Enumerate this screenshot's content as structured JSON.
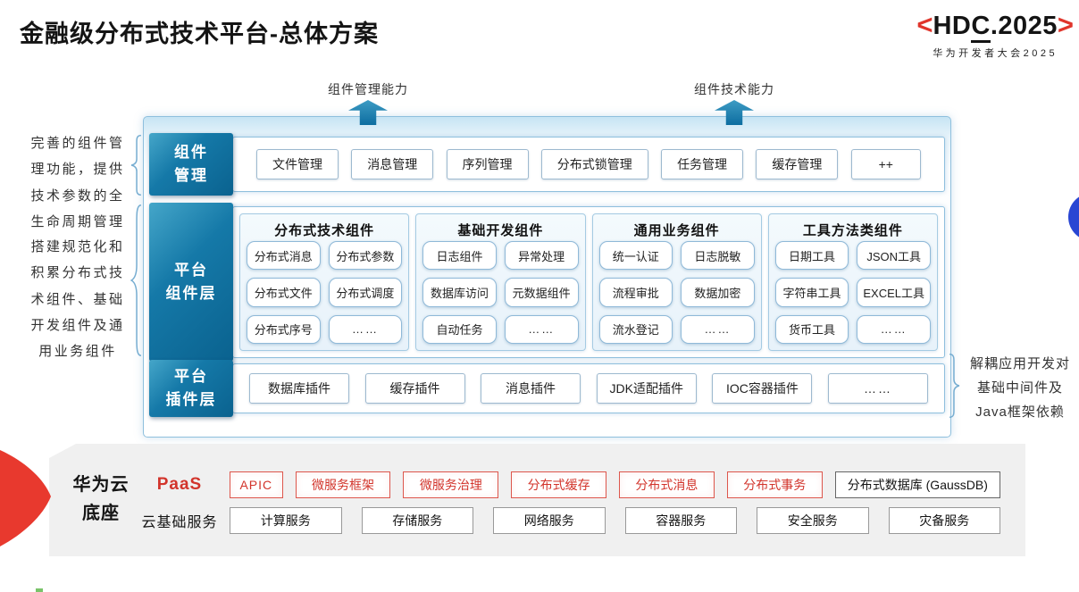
{
  "page": {
    "title": "金融级分布式技术平台-总体方案"
  },
  "logo": {
    "bracket_left": "<",
    "text_prefix": "HD",
    "text_underlined": "C",
    "text_suffix": ".2025",
    "bracket_right": ">",
    "subtitle": "华为开发者大会2025"
  },
  "capability_arrows": [
    {
      "label": "组件管理能力"
    },
    {
      "label": "组件技术能力"
    }
  ],
  "annotations": {
    "left_top_lines": [
      "完善的组件管",
      "理功能，提供",
      "技术参数的全",
      "生命周期管理"
    ],
    "left_bottom_lines": [
      "搭建规范化和",
      "积累分布式技",
      "术组件、基础",
      "开发组件及通",
      "用业务组件"
    ],
    "right_lines": [
      "解耦应用开发对",
      "基础中间件及",
      "Java框架依赖"
    ]
  },
  "rows": {
    "management": {
      "label_lines": [
        "组件",
        "管理"
      ],
      "items": [
        "文件管理",
        "消息管理",
        "序列管理",
        "分布式锁管理",
        "任务管理",
        "缓存管理",
        "++"
      ]
    },
    "component_layer": {
      "label_lines": [
        "平台",
        "组件层"
      ],
      "groups": [
        {
          "title": "分布式技术组件",
          "items": [
            "分布式消息",
            "分布式参数",
            "分布式文件",
            "分布式调度",
            "分布式序号",
            "……"
          ]
        },
        {
          "title": "基础开发组件",
          "items": [
            "日志组件",
            "异常处理",
            "数据库访问",
            "元数据组件",
            "自动任务",
            "……"
          ]
        },
        {
          "title": "通用业务组件",
          "items": [
            "统一认证",
            "日志脱敏",
            "流程审批",
            "数据加密",
            "流水登记",
            "……"
          ]
        },
        {
          "title": "工具方法类组件",
          "items": [
            "日期工具",
            "JSON工具",
            "字符串工具",
            "EXCEL工具",
            "货币工具",
            "……"
          ]
        }
      ]
    },
    "plugin_layer": {
      "label_lines": [
        "平台",
        "插件层"
      ],
      "items": [
        "数据库插件",
        "缓存插件",
        "消息插件",
        "JDK适配插件",
        "IOC容器插件",
        "……"
      ]
    }
  },
  "foundation": {
    "label_lines": [
      "华为云",
      "底座"
    ],
    "paas": {
      "label": "PaaS",
      "items": [
        "APIC",
        "微服务框架",
        "微服务治理",
        "分布式缓存",
        "分布式消息",
        "分布式事务"
      ],
      "db_item": "分布式数据库 (GaussDB)"
    },
    "cloud_base": {
      "label": "云基础服务",
      "items": [
        "计算服务",
        "存储服务",
        "网络服务",
        "容器服务",
        "安全服务",
        "灾备服务"
      ]
    }
  },
  "colors": {
    "teal_light": "#45a6c9",
    "teal_dark": "#0a628f",
    "accent_red": "#d2342b",
    "border_blue": "#8ebfdd",
    "panel_gray": "#f0f0f0",
    "circle_blue": "#2946d3"
  }
}
